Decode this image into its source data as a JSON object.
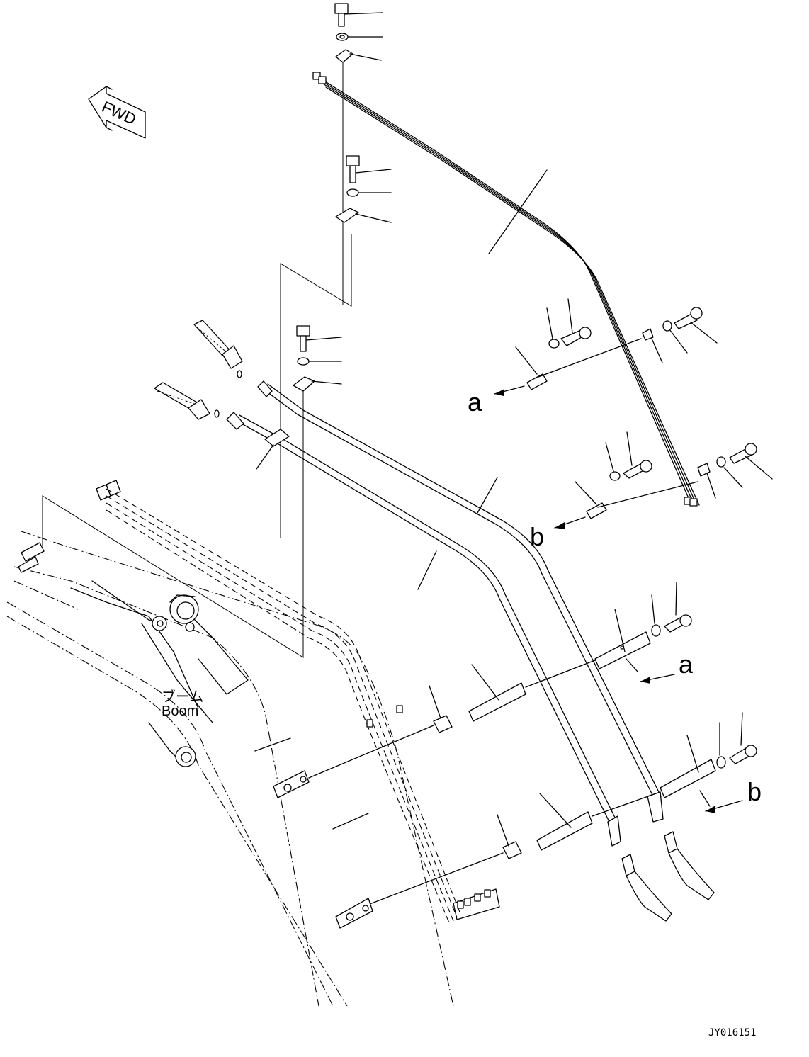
{
  "fwd_label": "FWD",
  "boom_label_jp": "ブーム",
  "boom_label_en": "Boom",
  "callout_a": "a",
  "callout_b": "b",
  "drawing_code": "JY016151"
}
